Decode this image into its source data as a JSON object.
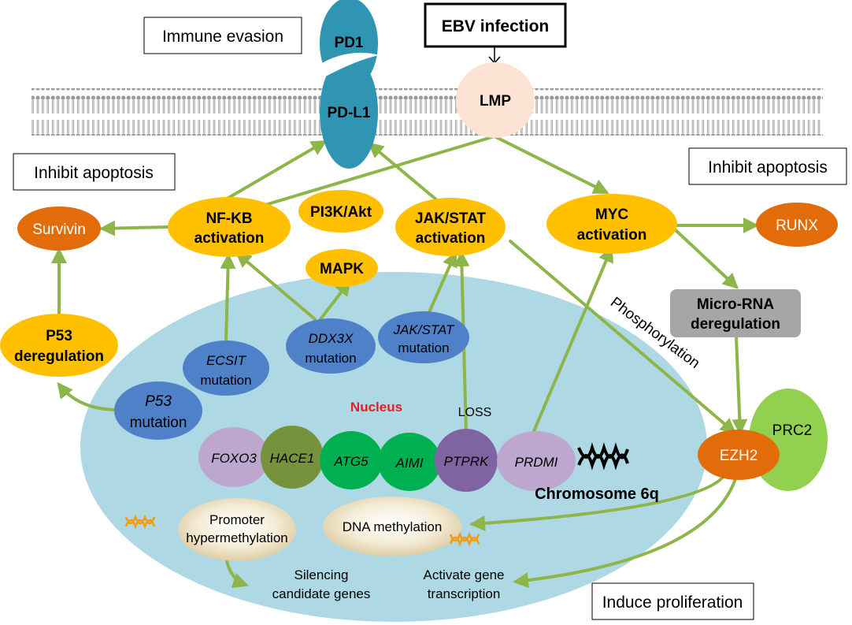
{
  "labels": {
    "immune_evasion": "Immune evasion",
    "ebv_infection": "EBV infection",
    "pd1": "PD1",
    "pdl1": "PD-L1",
    "lmp": "LMP",
    "inhibit_apoptosis_left": "Inhibit apoptosis",
    "inhibit_apoptosis_right": "Inhibit apoptosis",
    "survivin": "Survivin",
    "nfkb_line1": "NF-KB",
    "nfkb_line2": "activation",
    "pi3k": "PI3K/Akt",
    "jakstat_line1": "JAK/STAT",
    "jakstat_line2": "activation",
    "myc_line1": "MYC",
    "myc_line2": "activation",
    "runx": "RUNX",
    "mapk": "MAPK",
    "microrna_line1": "Micro-RNA",
    "microrna_line2": "deregulation",
    "p53dereg_line1": "P53",
    "p53dereg_line2": "deregulation",
    "phosphorylation": "Phosphorylation",
    "ecsit_line1": "ECSIT",
    "ecsit_line2": "mutation",
    "ddx3x_line1": "DDX3X",
    "ddx3x_line2": "mutation",
    "jakmut_line1": "JAK/STAT",
    "jakmut_line2": "mutation",
    "p53mut_line1": "P53",
    "p53mut_line2": "mutation",
    "nucleus": "Nucleus",
    "loss": "LOSS",
    "prc2": "PRC2",
    "ezh2": "EZH2",
    "chromosome": "Chromosome 6q",
    "promoter_line1": "Promoter",
    "promoter_line2": "hypermethylation",
    "dna_methylation": "DNA methylation",
    "silencing_line1": "Silencing",
    "silencing_line2": "candidate genes",
    "activate_line1": "Activate gene",
    "activate_line2": "transcription",
    "induce_proliferation": "Induce proliferation"
  },
  "genes": [
    "FOXO3",
    "HACE1",
    "ATG5",
    "AIMI",
    "PTPRK",
    "PRDMI"
  ],
  "colors": {
    "arrow": "#8db54a",
    "yellow_node": "#ffc000",
    "orange_node": "#e36c0a",
    "blue_node": "#4f81c8",
    "pd_teal": "#2f95b3",
    "nucleus": "#add8e4",
    "lmp": "#fde3d4",
    "prc2": "#92d050",
    "gray_box": "#a6a6a6",
    "nucleus_title": "#e31e24"
  }
}
